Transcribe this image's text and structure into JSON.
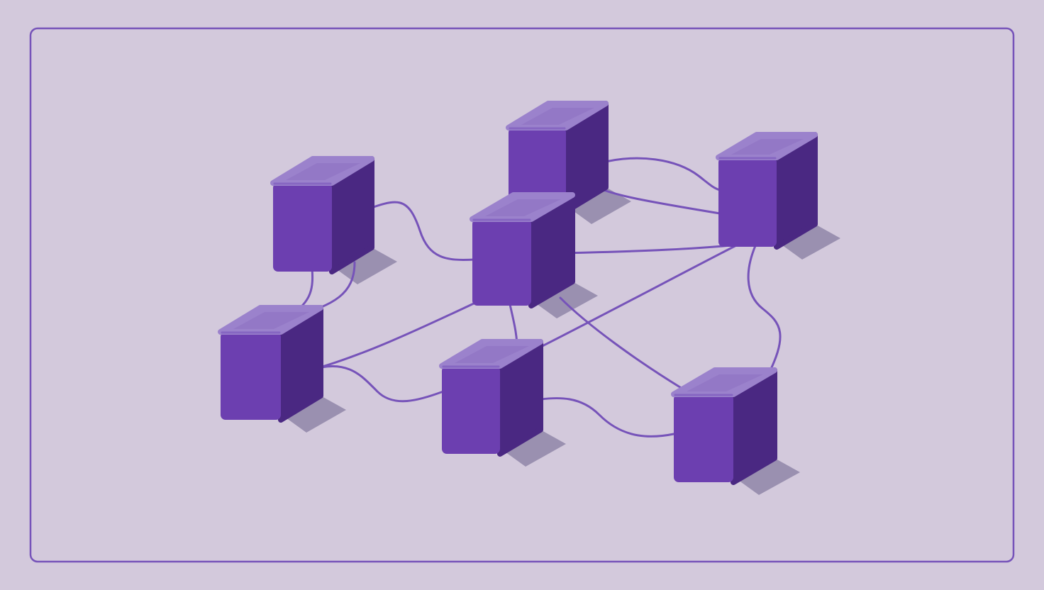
{
  "colors": {
    "background": "#d3c9dc",
    "frame": "#7653b9",
    "cube_front": "#6c3fb0",
    "cube_side": "#4a2882",
    "cube_top": "#9b82cc",
    "cube_top_inner": "#9378c6",
    "cube_edge": "#8666c2",
    "shadow": "#8f86a8",
    "link": "#7653b9"
  },
  "diagram": {
    "nodes": [
      {
        "name": "cube-node-top-left"
      },
      {
        "name": "cube-node-top-center"
      },
      {
        "name": "cube-node-center"
      },
      {
        "name": "cube-node-top-right"
      },
      {
        "name": "cube-node-bottom-left"
      },
      {
        "name": "cube-node-bottom-center"
      },
      {
        "name": "cube-node-bottom-right"
      }
    ],
    "links": [
      {
        "name": "link-top-left-to-center"
      },
      {
        "name": "link-top-left-to-bottom-left-a"
      },
      {
        "name": "link-top-left-to-bottom-left-b"
      },
      {
        "name": "link-top-center-to-top-right-a"
      },
      {
        "name": "link-top-center-to-top-right-b"
      },
      {
        "name": "link-center-to-top-right"
      },
      {
        "name": "link-bottom-left-to-center"
      },
      {
        "name": "link-bottom-left-to-bottom-center"
      },
      {
        "name": "link-center-to-bottom-center"
      },
      {
        "name": "link-center-to-bottom-right"
      },
      {
        "name": "link-top-right-to-bottom-center"
      },
      {
        "name": "link-top-right-to-bottom-right"
      },
      {
        "name": "link-bottom-center-to-bottom-right"
      }
    ]
  }
}
